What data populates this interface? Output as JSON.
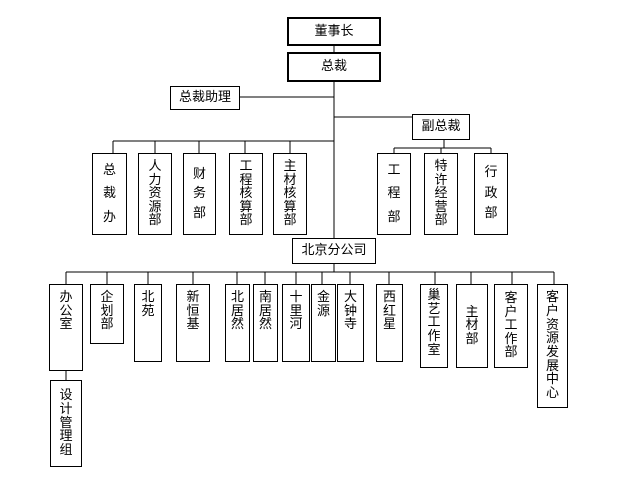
{
  "chart": {
    "chairman": "董事长",
    "president": "总裁",
    "assistant": "总裁助理",
    "vice_president": "副总裁",
    "hq_depts": [
      "总裁办",
      "人力资源部",
      "财务部",
      "工程核算部",
      "主材核算部"
    ],
    "vp_depts": [
      "工程部",
      "特许经营部",
      "行政部"
    ],
    "branch": "北京分公司",
    "branch_units": [
      "办公室",
      "企划部",
      "北苑",
      "新恒基",
      "北居然",
      "南居然",
      "十里河",
      "金源",
      "大钟寺",
      "西红星",
      "巢艺工作室",
      "主材部",
      "客户工作部",
      "客户资源发展中心"
    ],
    "sub_unit": "设计管理组"
  }
}
